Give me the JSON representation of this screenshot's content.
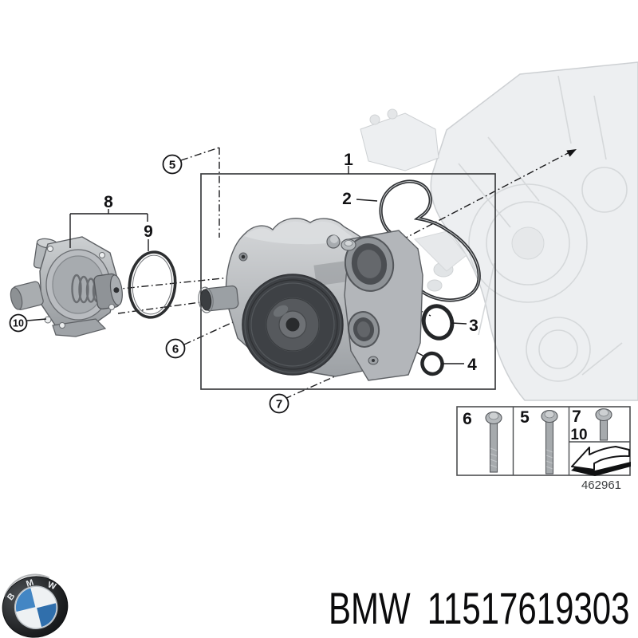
{
  "diagram": {
    "type": "exploded-parts-diagram",
    "callouts": {
      "c1": {
        "label": "1"
      },
      "c2": {
        "label": "2"
      },
      "c3": {
        "label": "3"
      },
      "c4": {
        "label": "4"
      },
      "c5": {
        "label": "5"
      },
      "c6": {
        "label": "6"
      },
      "c7": {
        "label": "7"
      },
      "c8": {
        "label": "8"
      },
      "c9": {
        "label": "9"
      },
      "c10": {
        "label": "10"
      }
    },
    "parts": {
      "assembly_box": "water-pump-assembly",
      "gasket": "profile-gasket",
      "orings": [
        "o-ring-large",
        "o-ring-3",
        "o-ring-4"
      ],
      "thermostat": "thermostat-with-housing",
      "engine_block": "engine-block-faded"
    }
  },
  "legend": {
    "cells": [
      {
        "labels": [
          "6"
        ],
        "icon": "long-bolt-icon"
      },
      {
        "labels": [
          "5"
        ],
        "icon": "long-bolt-icon"
      },
      {
        "labels": [
          "7",
          "10"
        ],
        "icon": "short-bolt-icon"
      }
    ],
    "direction_icon": "left-arrow-icon",
    "drawing_number": "462961"
  },
  "footer": {
    "logo_icon": "bmw-roundel-logo",
    "logo_letters": [
      "B",
      "M",
      "W"
    ],
    "brand": "BMW",
    "part_number": "11517619303"
  },
  "colors": {
    "background": "#ffffff",
    "line": "#1c1c1e",
    "metal_light": "#d6d8da",
    "metal_mid": "#a8abaf",
    "pulley_dark": "#3e4145",
    "faded_block": "#edeff1",
    "logo_blue_light": "#4386c4",
    "logo_blue_dark": "#306fac"
  }
}
